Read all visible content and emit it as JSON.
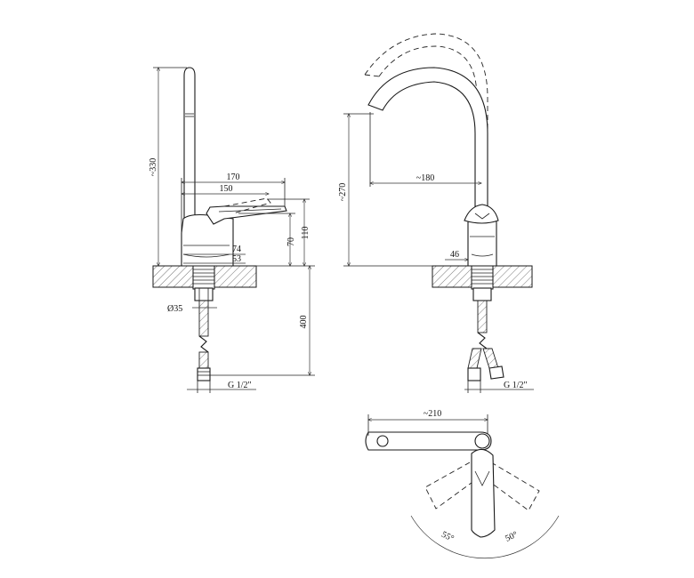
{
  "side_view": {
    "height_label": "~330",
    "reach_170_label": "170",
    "reach_150_label": "150",
    "height_110_label": "110",
    "height_70_label": "70",
    "base_74_label": "74",
    "base_53_label": "53",
    "hole_label": "Ø35",
    "hose_length_label": "400",
    "thread_label": "G 1/2\""
  },
  "front_view": {
    "height_label": "~270",
    "spout_reach_label": "~180",
    "base_label": "46",
    "thread_label": "G 1/2\""
  },
  "top_view": {
    "reach_label": "~210",
    "angle_left_label": "55°",
    "angle_right_label": "50°"
  }
}
